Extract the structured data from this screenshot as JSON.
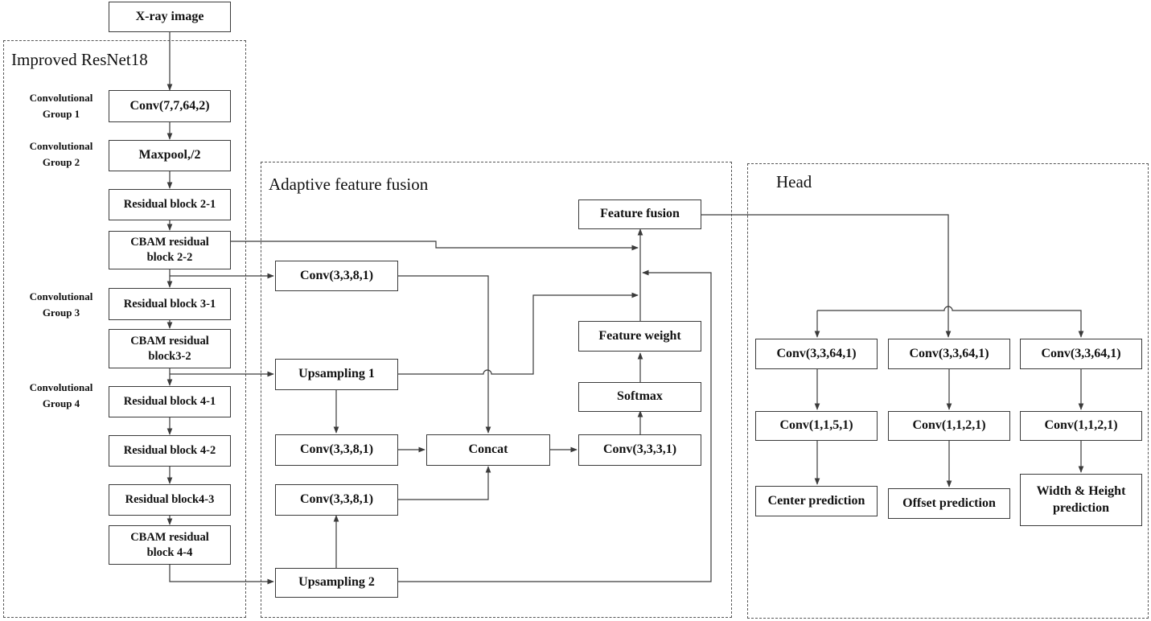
{
  "input": "X-ray image",
  "frames": {
    "backbone": "Improved ResNet18",
    "fusion": "Adaptive feature fusion",
    "head": "Head"
  },
  "group_labels": {
    "g1": [
      "Convolutional",
      "Group 1"
    ],
    "g2": [
      "Convolutional",
      "Group 2"
    ],
    "g3": [
      "Convolutional",
      "Group 3"
    ],
    "g4": [
      "Convolutional",
      "Group 4"
    ]
  },
  "backbone": {
    "conv1": "Conv(7,7,64,2)",
    "maxpool": "Maxpool,/2",
    "rb21": "Residual block 2-1",
    "cbam22": [
      "CBAM residual",
      "block 2-2"
    ],
    "rb31": "Residual block 3-1",
    "cbam32": [
      "CBAM residual",
      "block3-2"
    ],
    "rb41": "Residual block 4-1",
    "rb42": "Residual block 4-2",
    "rb43": "Residual block4-3",
    "cbam44": [
      "CBAM residual",
      "block 4-4"
    ]
  },
  "fusion": {
    "conv_a": "Conv(3,3,8,1)",
    "up1": "Upsampling 1",
    "conv_b": "Conv(3,3,8,1)",
    "conv_c": "Conv(3,3,8,1)",
    "up2": "Upsampling 2",
    "concat": "Concat",
    "conv_d": "Conv(3,3,3,1)",
    "softmax": "Softmax",
    "weight": "Feature weight",
    "feature_fusion": "Feature fusion"
  },
  "head": {
    "b1_conv1": "Conv(3,3,64,1)",
    "b1_conv2": "Conv(1,1,5,1)",
    "b1_out": "Center prediction",
    "b2_conv1": "Conv(3,3,64,1)",
    "b2_conv2": "Conv(1,1,2,1)",
    "b2_out": "Offset prediction",
    "b3_conv1": "Conv(3,3,64,1)",
    "b3_conv2": "Conv(1,1,2,1)",
    "b3_out": [
      "Width & Height",
      "prediction"
    ]
  },
  "colors": {
    "stroke": "#3a3a3a",
    "frame": "#555555"
  }
}
